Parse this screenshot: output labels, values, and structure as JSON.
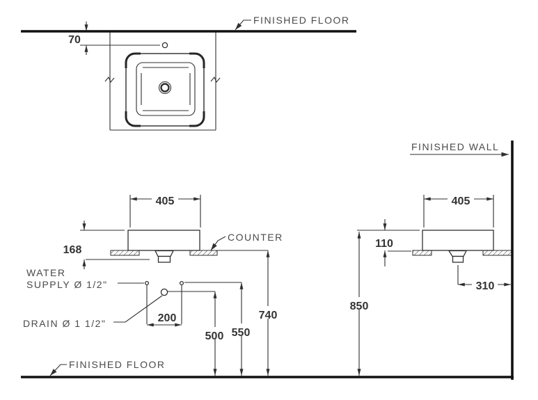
{
  "drawing": {
    "colors": {
      "line": "#2f2f2f",
      "thick_line": "#111111",
      "text": "#333333",
      "label_text": "#4a4a4a",
      "background": "#ffffff"
    },
    "labels": {
      "finished_floor_top": "FINISHED FLOOR",
      "finished_floor_bottom": "FINISHED FLOOR",
      "finished_wall": "FINISHED WALL",
      "counter": "COUNTER",
      "water_supply_line1": "WATER",
      "water_supply_line2": "SUPPLY Ø 1/2\"",
      "drain_label": "DRAIN Ø 1 1/2\""
    },
    "dimensions": {
      "faucet_hole_offset": "70",
      "basin_width_front": "405",
      "basin_width_side": "405",
      "basin_total_height": "168",
      "rim_above_counter": "110",
      "supply_spacing": "200",
      "drain_outlet_height": "500",
      "supply_height": "550",
      "counter_height": "740",
      "rim_height_from_floor": "850",
      "drain_to_wall": "310"
    }
  }
}
